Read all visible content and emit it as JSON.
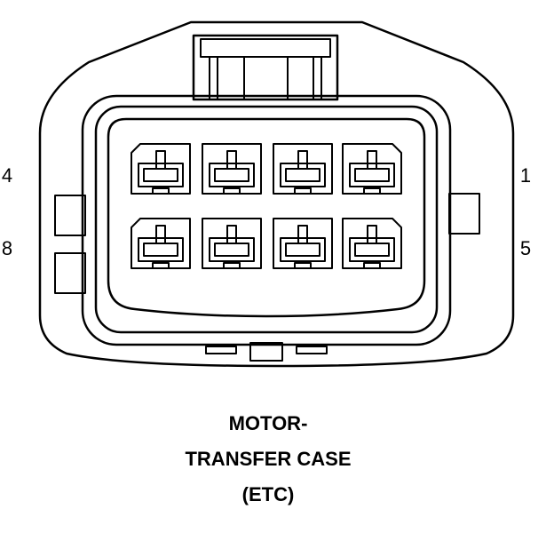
{
  "pin_labels": {
    "top_left": "4",
    "top_right": "1",
    "bottom_left": "8",
    "bottom_right": "5"
  },
  "caption": {
    "line1": "MOTOR-",
    "line2": "TRANSFER CASE",
    "line3": "(ETC)"
  },
  "colors": {
    "stroke": "#000000",
    "background": "#ffffff"
  }
}
